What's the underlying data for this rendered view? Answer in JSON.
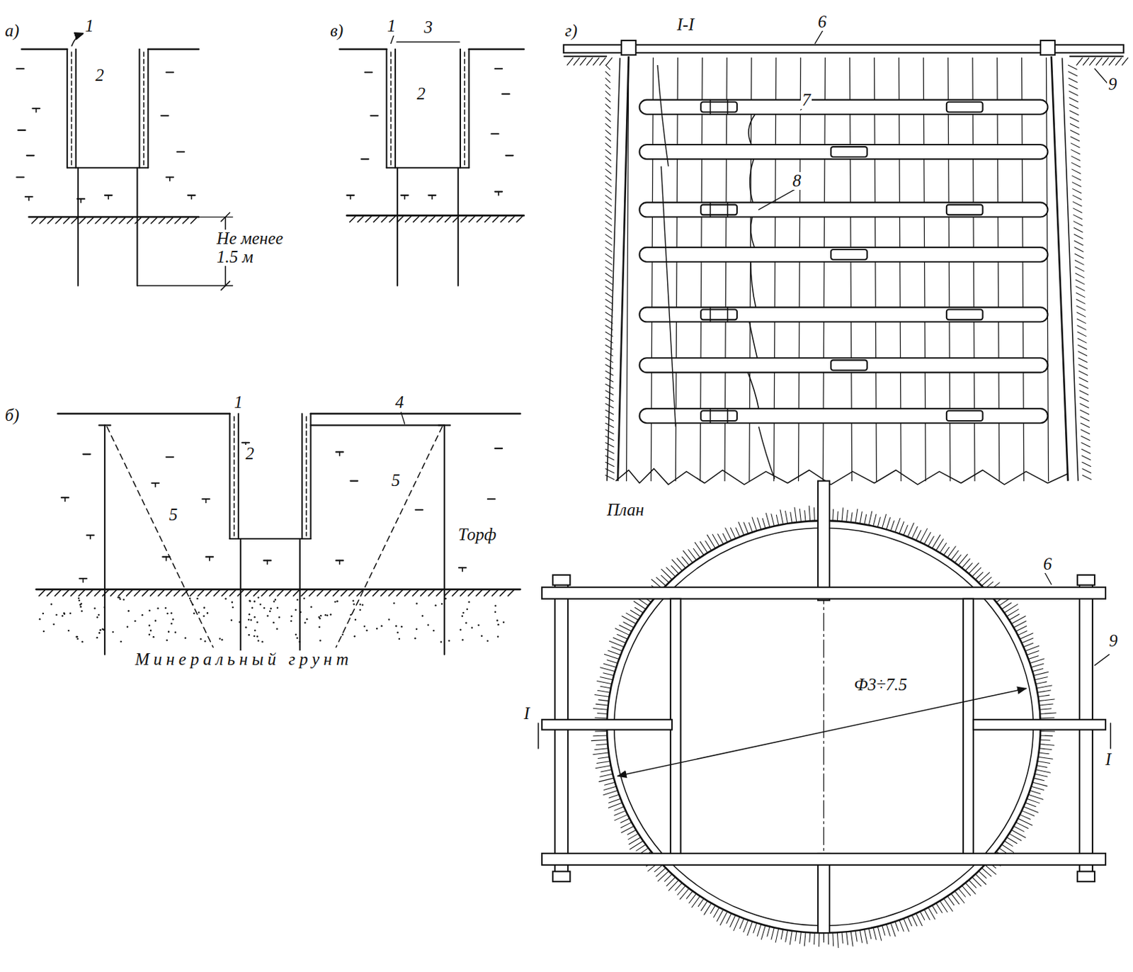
{
  "diagram": {
    "labels": [
      "а)",
      "1",
      "2",
      "в)",
      "1",
      "3",
      "2",
      "г)",
      "I-I",
      "6",
      "7",
      "8",
      "9",
      "Не менее 1.5 м",
      "б)",
      "1",
      "4",
      "2",
      "5",
      "5",
      "Торф",
      "План",
      "6",
      "9",
      "Ф3÷7.5",
      "I",
      "I",
      "Минеральный грунт"
    ]
  }
}
